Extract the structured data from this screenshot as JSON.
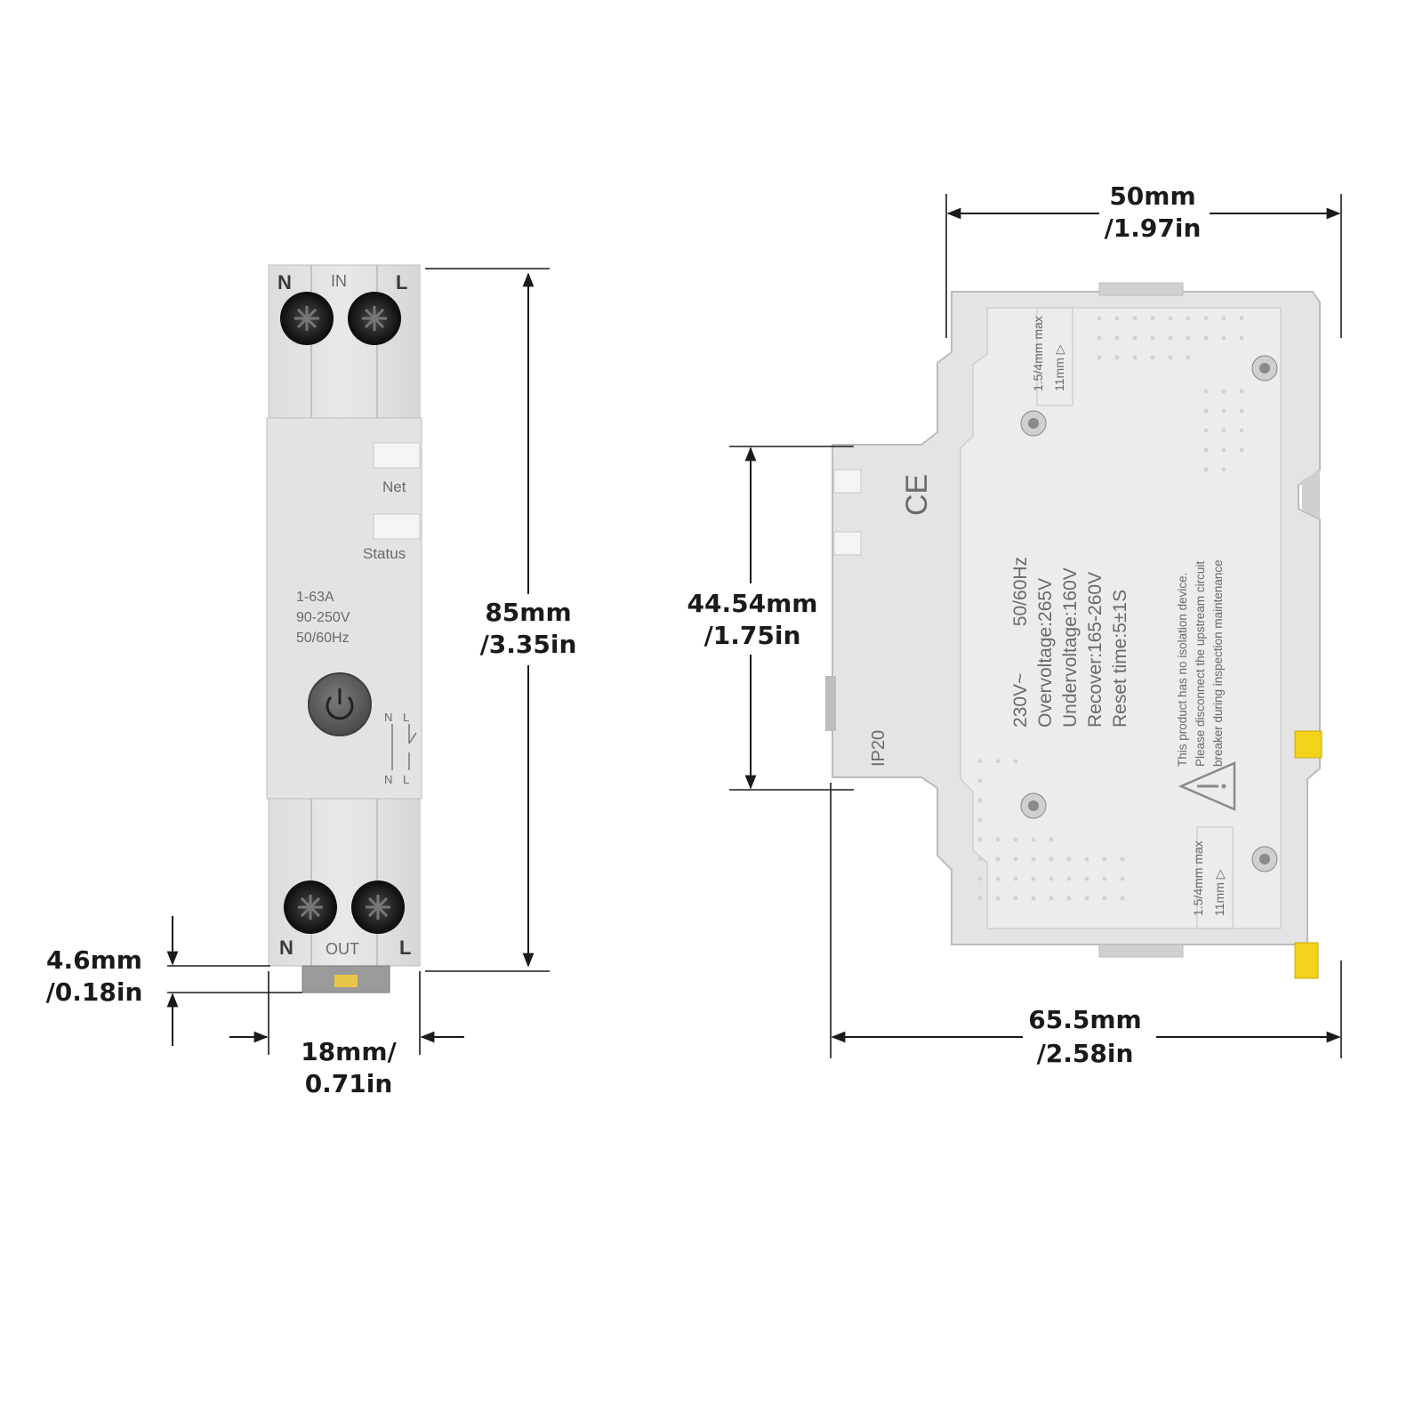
{
  "front": {
    "top_left_terminal": "N",
    "top_mid_label": "IN",
    "top_right_terminal": "L",
    "indicator_net": "Net",
    "indicator_status": "Status",
    "rating_current": "1-63A",
    "rating_voltage": "90-250V",
    "rating_freq": "50/60Hz",
    "diagram_n_top": "N",
    "diagram_l_top": "L",
    "diagram_n_bottom": "N",
    "diagram_l_bottom": "L",
    "bottom_left_terminal": "N",
    "bottom_mid_label": "OUT",
    "bottom_right_terminal": "L"
  },
  "side": {
    "ce_mark": "CE",
    "ip_rating": "IP20",
    "spec_line1": "230V~         50/60Hz",
    "spec_line2": "Overvoltage:265V",
    "spec_line3": "Undervoltage:160V",
    "spec_line4": "Recover:165-260V",
    "spec_line5": "Reset time:5±1S",
    "warn_line1": "This product has no isolation device.",
    "warn_line2": "Please disconnect the upstream circuit",
    "warn_line3": "breaker during inspection maintenance",
    "strip_top": "11mm ▷",
    "strip_top_b": "1.5/4mm max",
    "strip_bottom": "11mm ▷",
    "strip_bottom_b": "1.5/4mm max"
  },
  "dimensions": {
    "height_mm": "85mm",
    "height_in": "/3.35in",
    "width_front_mm": "18mm/",
    "width_front_in": "0.71in",
    "clip_mm": "4.6mm",
    "clip_in": "/0.18in",
    "top_width_mm": "50mm",
    "top_width_in": "/1.97in",
    "mid_height_mm": "44.54mm",
    "mid_height_in": "/1.75in",
    "depth_mm": "65.5mm",
    "depth_in": "/2.58in"
  }
}
